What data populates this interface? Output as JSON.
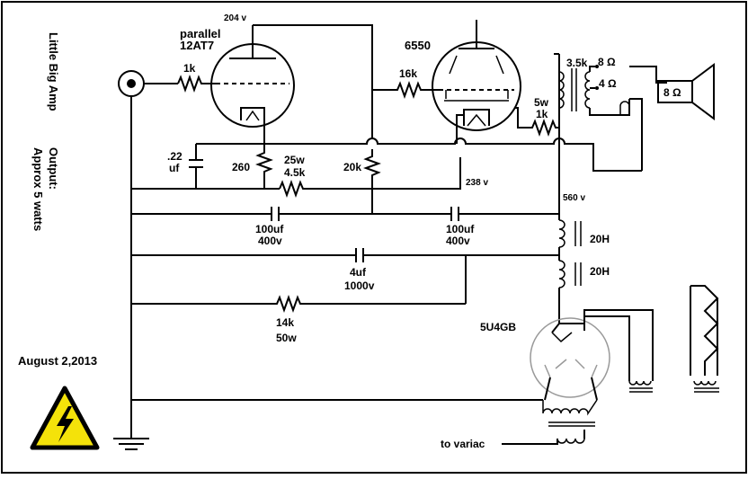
{
  "title": "Little Big Amp",
  "output": {
    "line1": "Output:",
    "line2": "Approx 5 watts"
  },
  "date": "August 2,2013",
  "tubes": {
    "preamp_line1": "parallel",
    "preamp_line2": "12AT7",
    "power": "6550",
    "rectifier": "5U4GB"
  },
  "voltages": {
    "v204": "204",
    "v238": "238",
    "v560": "560"
  },
  "volt_unit": "v",
  "components": {
    "r_grid_in": "1k",
    "r_grid_out": "16k",
    "r_screen_line1": "5w",
    "r_screen_line2": "1k",
    "c_cathode_line1": ".22",
    "c_cathode_line2": "uf",
    "r_cathode": "260",
    "r_drop_line1": "25w",
    "r_drop_line2": "4.5k",
    "r_plate": "20k",
    "c1_line1": "100uf",
    "c1_line2": "400v",
    "c2_line1": "100uf",
    "c2_line2": "400v",
    "c3_line1": "4uf",
    "c3_line2": "1000v",
    "r_bleed_line1": "14k",
    "r_bleed_line2": "50w",
    "choke1": "20H",
    "choke2": "20H",
    "ot_primary": "3.5k",
    "ot_tap_8": "8",
    "ot_tap_4": "4",
    "ohm_symbol": "Ω",
    "speaker": "8"
  },
  "to_variac": "to variac",
  "icons": {
    "warning": "high-voltage-warning-icon",
    "ground": "ground-icon",
    "input_jack": "input-jack-icon",
    "speaker": "speaker-icon"
  }
}
